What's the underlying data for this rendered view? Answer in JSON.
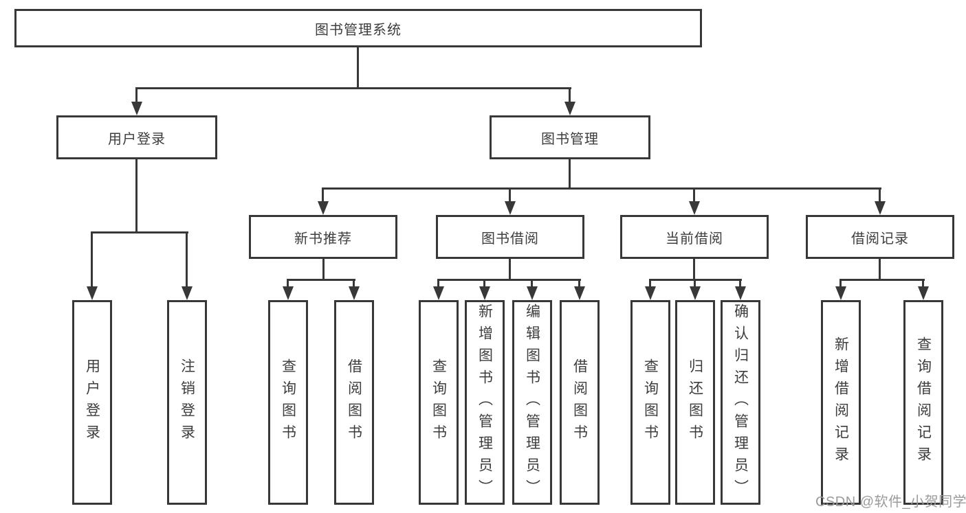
{
  "diagram": {
    "root": {
      "label": "图书管理系统"
    },
    "level2": [
      {
        "label": "用户登录"
      },
      {
        "label": "图书管理"
      }
    ],
    "level3": [
      {
        "label": "新书推荐"
      },
      {
        "label": "图书借阅"
      },
      {
        "label": "当前借阅"
      },
      {
        "label": "借阅记录"
      }
    ],
    "leaves": {
      "user": [
        "用户登录",
        "注销登录"
      ],
      "newbook": [
        "查询图书",
        "借阅图书"
      ],
      "borrow": [
        "查询图书",
        "新增图书（管理员）",
        "编辑图书（管理员）",
        "借阅图书"
      ],
      "current": [
        "查询图书",
        "归还图书",
        "确认归还（管理员）"
      ],
      "records": [
        "新增借阅记录",
        "查询借阅记录"
      ]
    }
  },
  "watermark": "CSDN @软件_小贺同学",
  "colors": {
    "line": "#383838",
    "text": "#3d3d3d",
    "watermark": "#9b9b9b",
    "background": "#ffffff"
  }
}
